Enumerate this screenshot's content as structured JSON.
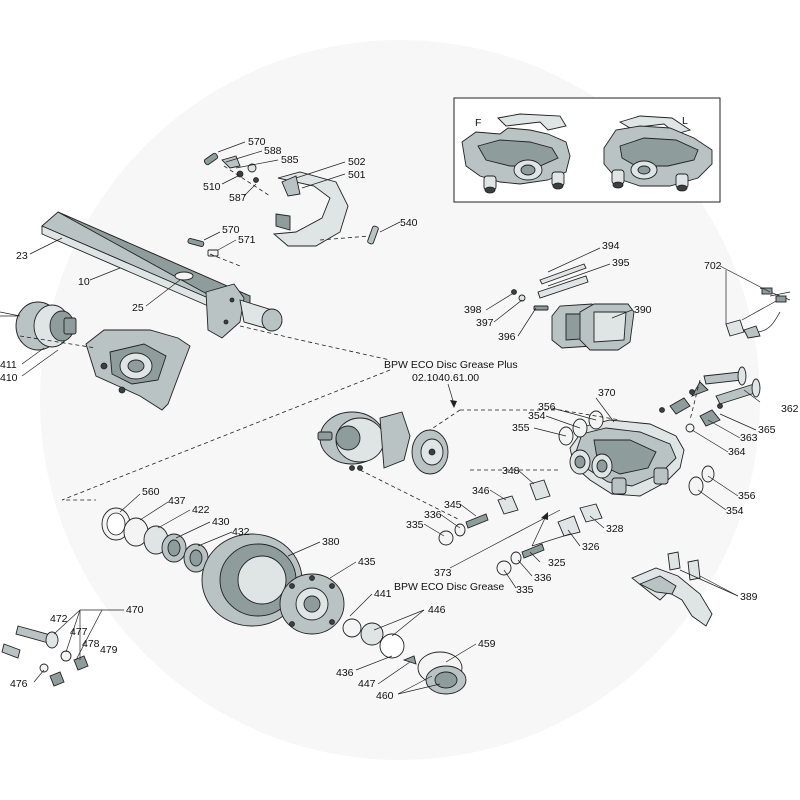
{
  "inset": {
    "label_f": "F",
    "label_l": "L"
  },
  "captions": {
    "eco_plus_1": "BPW ECO Disc Grease Plus",
    "eco_plus_2": "02.1040.61.00",
    "eco_grease": "BPW ECO Disc Grease"
  },
  "labels": {
    "n570a": "570",
    "n588": "588",
    "n585": "585",
    "n510": "510",
    "n587": "587",
    "n502": "502",
    "n501": "501",
    "n540": "540",
    "n570b": "570",
    "n571": "571",
    "n23": "23",
    "n10": "10",
    "n25": "25",
    "n411": "411",
    "n410": "410",
    "n394": "394",
    "n395": "395",
    "n398": "398",
    "n397": "397",
    "n396": "396",
    "n390": "390",
    "n702": "702",
    "n370": "370",
    "n356a": "356",
    "n354a": "354",
    "n355": "355",
    "n362": "362",
    "n365": "365",
    "n363": "363",
    "n364": "364",
    "n356b": "356",
    "n354b": "354",
    "n348": "348",
    "n346": "346",
    "n345": "345",
    "n336a": "336",
    "n335a": "335",
    "n328": "328",
    "n326": "326",
    "n373": "373",
    "n325": "325",
    "n336b": "336",
    "n335b": "335",
    "n560": "560",
    "n437": "437",
    "n422": "422",
    "n430": "430",
    "n432": "432",
    "n380": "380",
    "n435": "435",
    "n441": "441",
    "n446": "446",
    "n459": "459",
    "n436": "436",
    "n447": "447",
    "n460": "460",
    "n389": "389",
    "n470": "470",
    "n472": "472",
    "n477": "477",
    "n478": "478",
    "n479": "479",
    "n476": "476"
  }
}
